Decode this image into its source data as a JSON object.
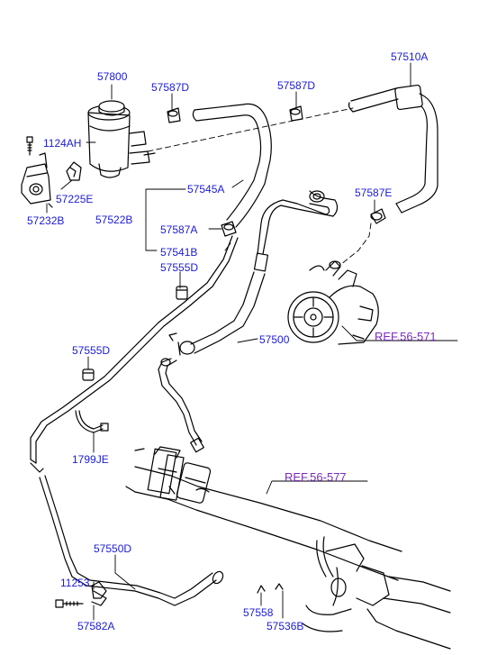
{
  "colors": {
    "part_label": "#1b1bd6",
    "reference_label": "#7a2bbf",
    "line_art": "#000000"
  },
  "labels": {
    "p57800": "57800",
    "p57587D_left": "57587D",
    "p57587D_right": "57587D",
    "p57510A": "57510A",
    "p1124AH": "1124AH",
    "p57225E": "57225E",
    "p57232B": "57232B",
    "p57545A": "57545A",
    "p57522B": "57522B",
    "p57587A": "57587A",
    "p57541B": "57541B",
    "p57587E": "57587E",
    "p57555D_upper": "57555D",
    "p57555D_lower": "57555D",
    "p57500": "57500",
    "p1799JE": "1799JE",
    "p57550D": "57550D",
    "p11253": "11253",
    "p57582A": "57582A",
    "p57558": "57558",
    "p57536B": "57536B"
  },
  "references": {
    "pump": "REF.56-571",
    "gear": "REF.56-577"
  }
}
